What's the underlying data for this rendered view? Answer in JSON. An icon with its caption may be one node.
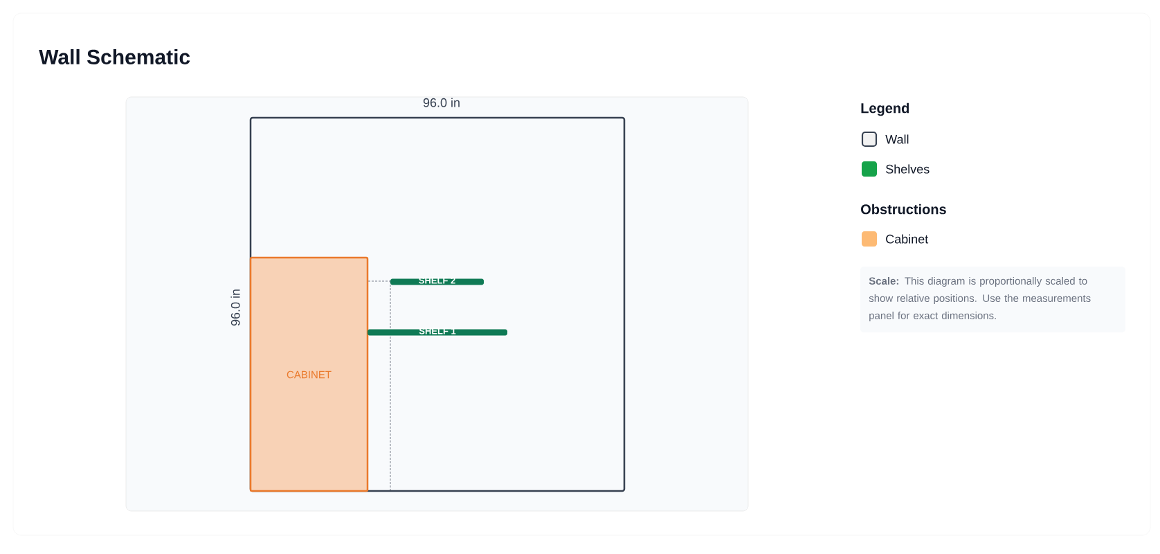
{
  "diagram": {
    "title": "Wall Schematic",
    "nodes": [
      {
        "text": [],
        "shape": "box"
      },
      {
        "text": [
          "CABINET"
        ],
        "in": 0
      },
      {
        "text": [
          "SHELF 2"
        ],
        "in": 0
      },
      {
        "text": [
          "SHELF 1"
        ],
        "in": 0
      }
    ],
    "labels": [
      "96.0 in",
      "96.0 in",
      "Legend",
      "Obstructions",
      "**Scale:** This diagram is proportionally scaled to show relative positions. Use the measurements panel for exact dimensions."
    ],
    "legend": [
      {
        "text": "Wall"
      },
      {
        "text": "Shelves",
        "color": "#16a34a"
      },
      {
        "text": "Cabinet",
        "color": "#fdba74"
      }
    ]
  }
}
